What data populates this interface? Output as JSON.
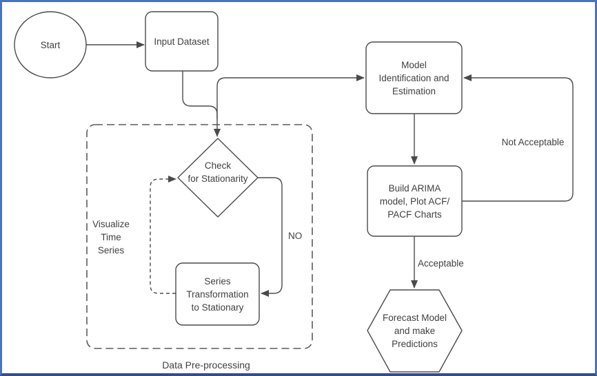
{
  "canvas": {
    "background": "#ffffff",
    "frame_border_color": "#4573c8",
    "stroke_color": "#4a4a4a",
    "text_color": "#3f3f3f"
  },
  "nodes": {
    "start": {
      "shape": "ellipse",
      "label": "Start"
    },
    "input_dataset": {
      "shape": "rounded-rect",
      "label": "Input Dataset"
    },
    "model_identification": {
      "shape": "rounded-rect",
      "label": "Model Identification and Estimation",
      "lines": [
        "Model",
        "Identification and",
        "Estimation"
      ]
    },
    "check_stationarity": {
      "shape": "diamond",
      "label": "Check for Stationarity",
      "lines": [
        "Check",
        "for Stationarity"
      ]
    },
    "series_transformation": {
      "shape": "rounded-rect",
      "label": "Series Transformation to Stationary",
      "lines": [
        "Series",
        "Transformation",
        "to Stationary"
      ]
    },
    "build_arima": {
      "shape": "rounded-rect",
      "label": "Build ARIMA model, Plot ACF/ PACF Charts",
      "lines": [
        "Build ARIMA",
        "model, Plot ACF/",
        "PACF Charts"
      ]
    },
    "forecast": {
      "shape": "hexagon",
      "label": "Forecast Model and make Predictions",
      "lines": [
        "Forecast Model",
        "and make",
        "Predictions"
      ]
    }
  },
  "group": {
    "caption": "Data Pre-processing",
    "inner_label": "Visualize Time Series",
    "inner_label_lines": [
      "Visualize",
      "Time",
      "Series"
    ]
  },
  "edge_labels": {
    "no": "NO",
    "not_acceptable": "Not Acceptable",
    "acceptable": "Acceptable"
  },
  "edges": [
    {
      "from": "start",
      "to": "input_dataset",
      "label": ""
    },
    {
      "from": "input_dataset",
      "to": "check_stationarity",
      "label": ""
    },
    {
      "from": "input_dataset",
      "to": "model_identification",
      "label": ""
    },
    {
      "from": "model_identification",
      "to": "build_arima",
      "label": ""
    },
    {
      "from": "build_arima",
      "to": "model_identification",
      "label": "Not Acceptable"
    },
    {
      "from": "build_arima",
      "to": "forecast",
      "label": "Acceptable"
    },
    {
      "from": "check_stationarity",
      "to": "series_transformation",
      "label": "NO"
    },
    {
      "from": "series_transformation",
      "to": "check_stationarity",
      "label": "",
      "style": "dashed"
    }
  ]
}
